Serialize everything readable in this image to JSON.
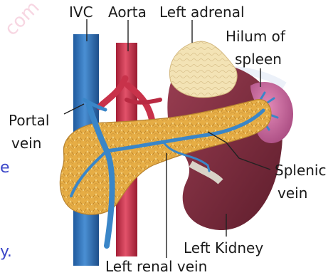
{
  "labels": {
    "ivc": "IVC",
    "aorta": "Aorta",
    "left_adrenal": "Left adrenal",
    "hilum_line1": "Hilum of",
    "hilum_line2": "spleen",
    "portal_line1": "Portal",
    "portal_line2": "vein",
    "splenic_line1": "Splenic",
    "splenic_line2": "vein",
    "left_kidney": "Left Kidney",
    "left_renal_vein": "Left renal vein"
  },
  "watermark": "com",
  "margin_marks": [
    "e",
    "y."
  ],
  "colors": {
    "ivc": "#2f6fb5",
    "aorta": "#c8324a",
    "pancreas": "#e8b04a",
    "kidney": "#7a2a3a",
    "adrenal": "#f3e2b0",
    "spleen": "#c8649a",
    "vein": "#3a86c8"
  }
}
